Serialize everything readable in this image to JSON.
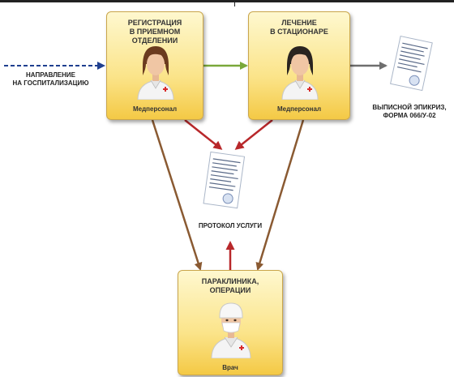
{
  "nodes": {
    "registration": {
      "title_line1": "РЕГИСТРАЦИЯ",
      "title_line2": "В ПРИЕМНОМ ОТДЕЛЕНИИ",
      "role": "Медперсонал"
    },
    "treatment": {
      "title_line1": "ЛЕЧЕНИЕ",
      "title_line2": "В СТАЦИОНАРЕ",
      "role": "Медперсонал"
    },
    "paraclinic": {
      "title_line1": "ПАРАКЛИНИКА,",
      "title_line2": "ОПЕРАЦИИ",
      "role": "Врач"
    }
  },
  "labels": {
    "referral_line1": "НАПРАВЛЕНИЕ",
    "referral_line2": "НА ГОСПИТАЛИЗАЦИЮ",
    "discharge_line1": "ВЫПИСНОЙ ЭПИКРИЗ,",
    "discharge_line2": "ФОРМА 066/У-02",
    "protocol": "ПРОТОКОЛ УСЛУГИ"
  },
  "colors": {
    "card_border": "#caa64b",
    "arrow_dashed_blue": "#1f3f8f",
    "arrow_green": "#7aa83a",
    "arrow_gray": "#6e6e6e",
    "arrow_red": "#b8282b",
    "arrow_brown": "#8a5a32"
  },
  "icons": {
    "nurse": "nurse-icon",
    "doctor": "doctor-icon",
    "document": "document-icon"
  }
}
